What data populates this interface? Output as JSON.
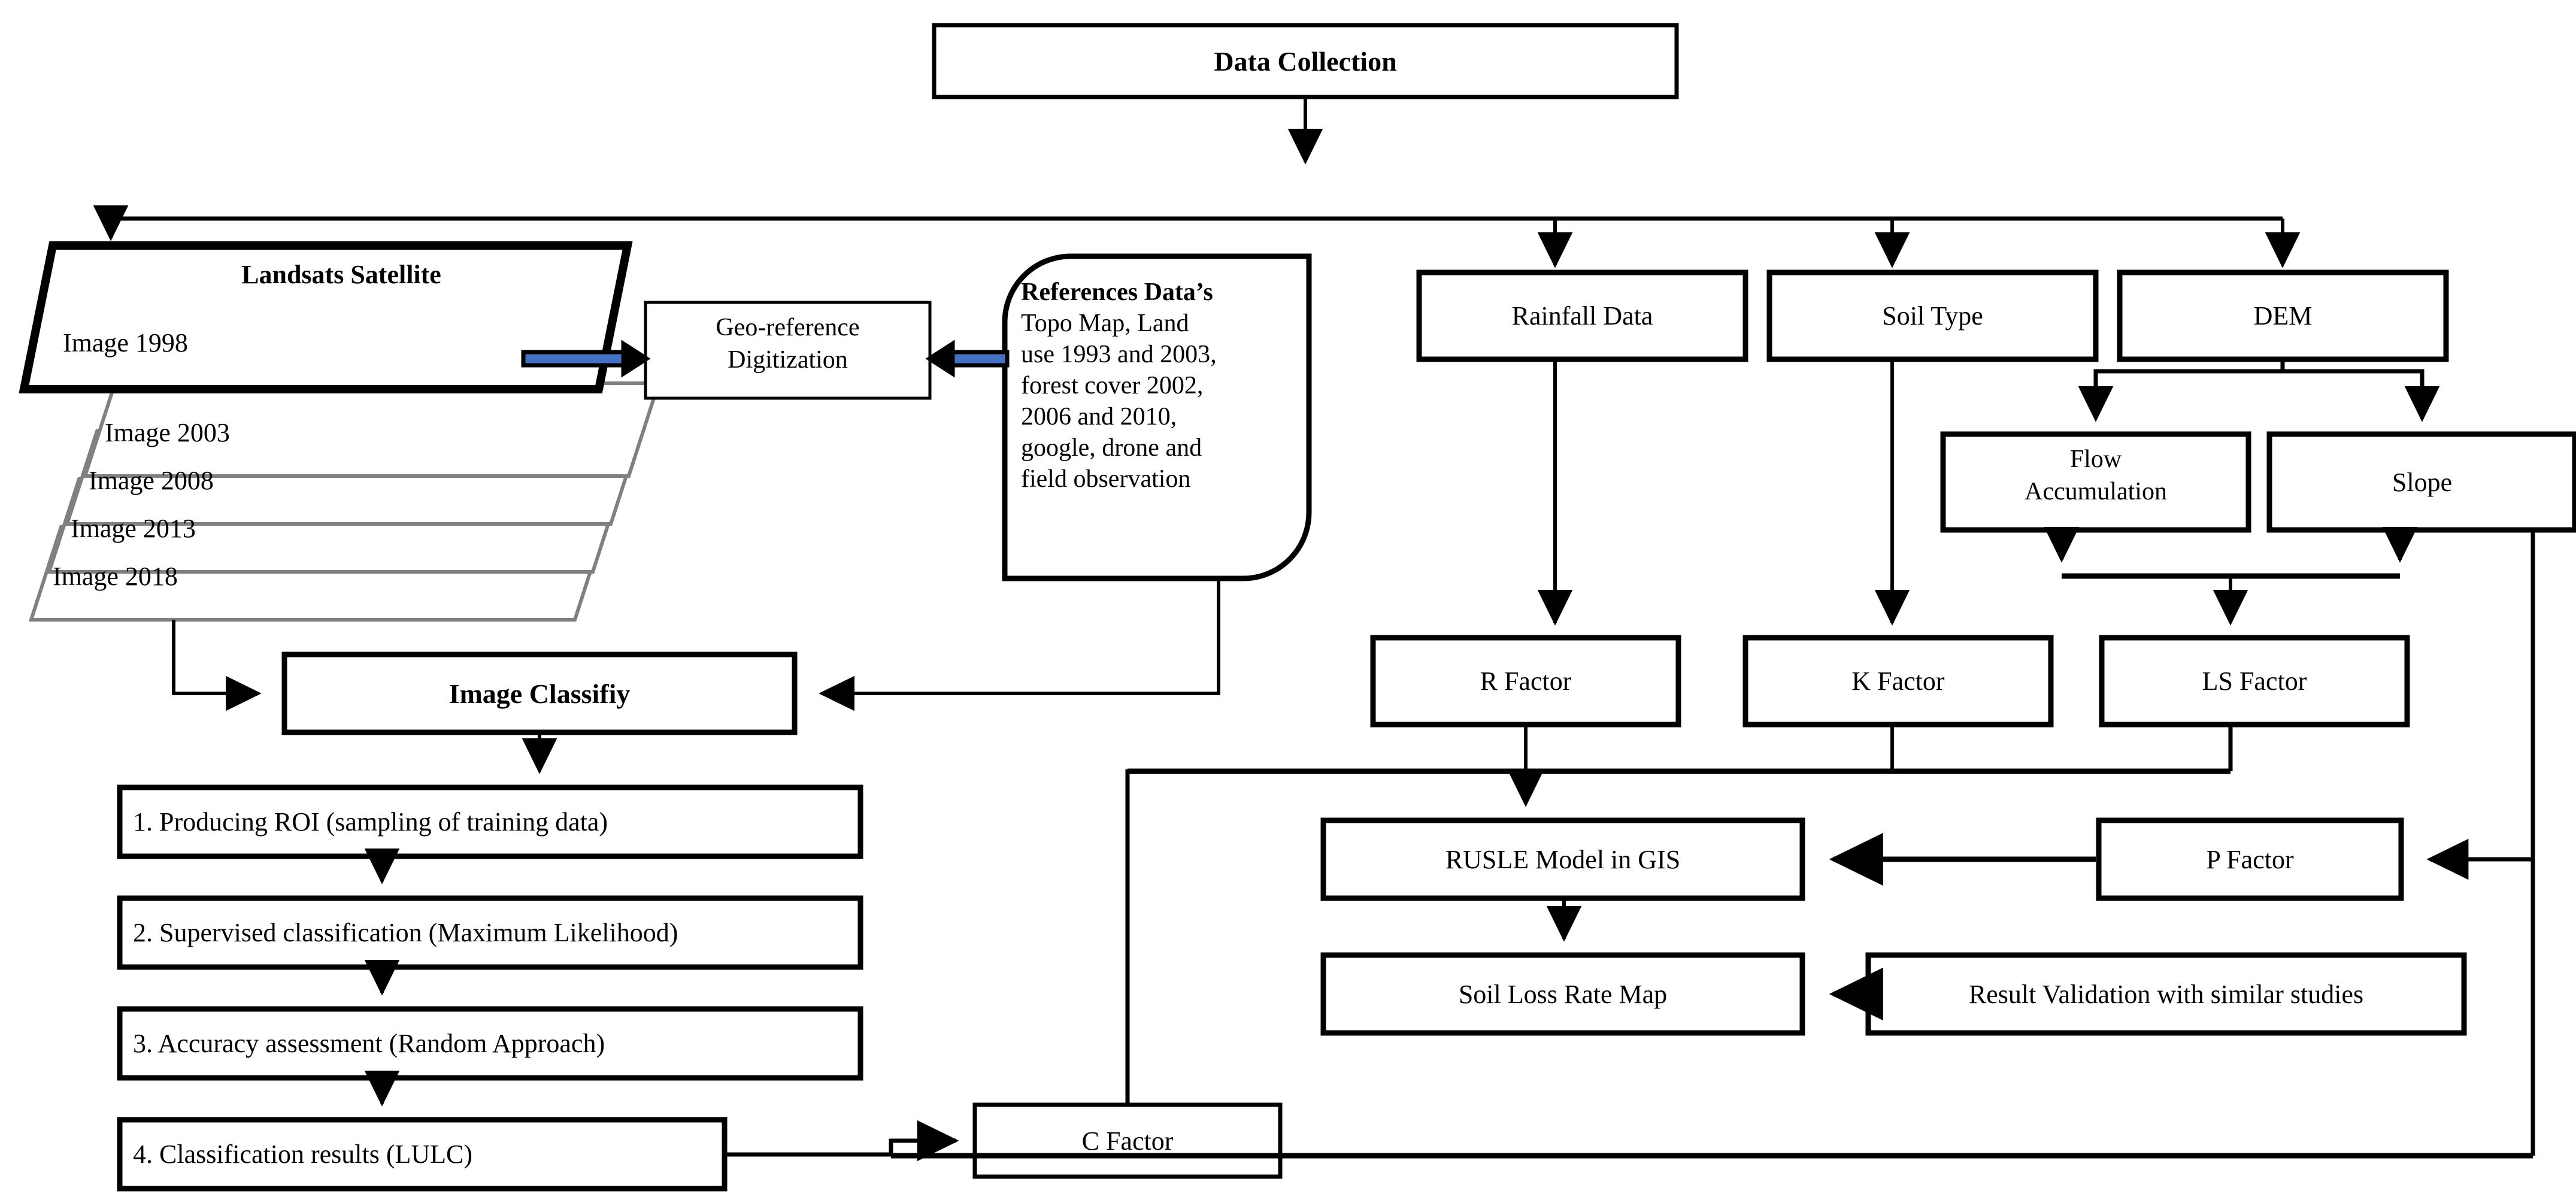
{
  "diagram": {
    "title": "Soil erosion RUSLE modelling methodology flowchart",
    "colors": {
      "stroke": "#000000",
      "background": "#ffffff",
      "layer_gray": "#808080",
      "accent_blue": "#4472C4"
    }
  },
  "nodes": {
    "data_collection": {
      "label": "Data Collection"
    },
    "landsat_stack": {
      "title": "Landsats Satellite",
      "layers": [
        {
          "label": "Image 1998"
        },
        {
          "label": "Image 2003"
        },
        {
          "label": "Image 2008"
        },
        {
          "label": "Image 2013"
        },
        {
          "label": "Image 2018"
        }
      ]
    },
    "geo_reference": {
      "line1": "Geo-reference",
      "line2": "Digitization"
    },
    "references_data": {
      "title": "References Data’s",
      "lines": [
        "Topo Map, Land",
        "use 1993 and 2003,",
        "forest cover 2002,",
        "2006 and  2010,",
        "google, drone and",
        "field observation"
      ]
    },
    "image_classify": {
      "label": "Image Classifiy"
    },
    "steps": [
      {
        "label": "1. Producing ROI (sampling of training data)",
        "num": "1."
      },
      {
        "label": "2. Supervised classification (Maximum Likelihood)",
        "num": "2."
      },
      {
        "label": "3. Accuracy assessment (Random Approach)",
        "num": "3."
      },
      {
        "label": "4. Classification results (LULC)",
        "num": "4."
      }
    ],
    "rainfall_data": {
      "label": "Rainfall Data"
    },
    "soil_type": {
      "label": "Soil Type"
    },
    "dem": {
      "label": "DEM"
    },
    "flow_accumulation": {
      "line1": "Flow",
      "line2": "Accumulation"
    },
    "slope": {
      "label": "Slope"
    },
    "r_factor": {
      "label": "R Factor"
    },
    "k_factor": {
      "label": "K Factor"
    },
    "ls_factor": {
      "label": "LS Factor"
    },
    "c_factor": {
      "label": "C Factor"
    },
    "p_factor": {
      "label": "P Factor"
    },
    "rusle_model": {
      "label": "RUSLE Model in GIS"
    },
    "soil_loss_map": {
      "label": "Soil Loss Rate Map"
    },
    "result_validation": {
      "label": "Result Validation with similar studies"
    }
  }
}
